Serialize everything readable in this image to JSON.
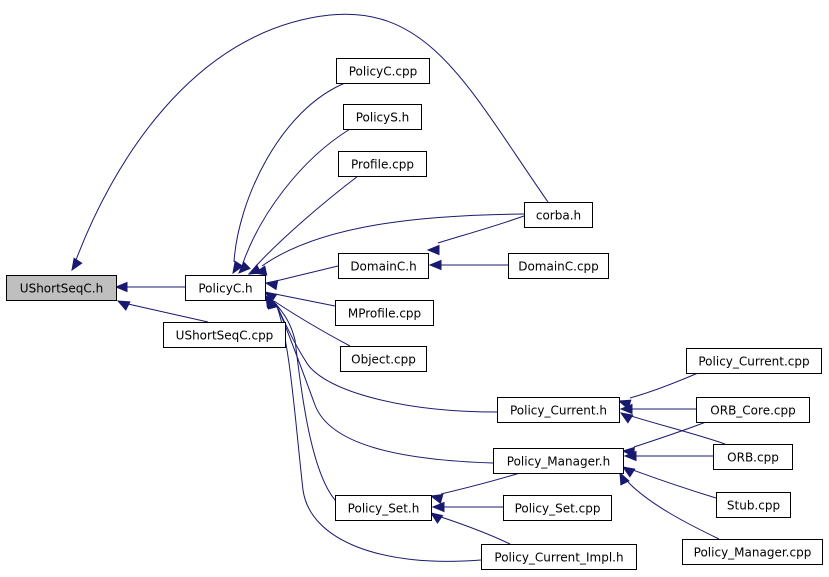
{
  "graph": {
    "colors": {
      "edge": "#191970",
      "node_border": "#000000",
      "node_fill": "#ffffff",
      "highlight_fill": "#bfbfbf"
    },
    "nodes": [
      {
        "id": "ushortseqc_h",
        "label": "UShortSeqC.h",
        "highlight": true
      },
      {
        "id": "policyc_h",
        "label": "PolicyC.h"
      },
      {
        "id": "ushortseqc_cpp",
        "label": "UShortSeqC.cpp"
      },
      {
        "id": "policyc_cpp",
        "label": "PolicyC.cpp"
      },
      {
        "id": "policys_h",
        "label": "PolicyS.h"
      },
      {
        "id": "profile_cpp",
        "label": "Profile.cpp"
      },
      {
        "id": "corba_h",
        "label": "corba.h"
      },
      {
        "id": "domainc_h",
        "label": "DomainC.h"
      },
      {
        "id": "domainc_cpp",
        "label": "DomainC.cpp"
      },
      {
        "id": "mprofile_cpp",
        "label": "MProfile.cpp"
      },
      {
        "id": "object_cpp",
        "label": "Object.cpp"
      },
      {
        "id": "policy_current_cpp",
        "label": "Policy_Current.cpp"
      },
      {
        "id": "policy_current_h",
        "label": "Policy_Current.h"
      },
      {
        "id": "orb_core_cpp",
        "label": "ORB_Core.cpp"
      },
      {
        "id": "policy_manager_h",
        "label": "Policy_Manager.h"
      },
      {
        "id": "orb_cpp",
        "label": "ORB.cpp"
      },
      {
        "id": "stub_cpp",
        "label": "Stub.cpp"
      },
      {
        "id": "policy_set_h",
        "label": "Policy_Set.h"
      },
      {
        "id": "policy_set_cpp",
        "label": "Policy_Set.cpp"
      },
      {
        "id": "policy_manager_cpp",
        "label": "Policy_Manager.cpp"
      },
      {
        "id": "policy_current_impl_h",
        "label": "Policy_Current_Impl.h"
      }
    ],
    "edges": [
      {
        "from": "policyc_h",
        "to": "ushortseqc_h"
      },
      {
        "from": "ushortseqc_cpp",
        "to": "ushortseqc_h"
      },
      {
        "from": "corba_h",
        "to": "ushortseqc_h"
      },
      {
        "from": "policyc_cpp",
        "to": "policyc_h"
      },
      {
        "from": "policys_h",
        "to": "policyc_h"
      },
      {
        "from": "profile_cpp",
        "to": "policyc_h"
      },
      {
        "from": "corba_h",
        "to": "policyc_h"
      },
      {
        "from": "domainc_h",
        "to": "policyc_h"
      },
      {
        "from": "mprofile_cpp",
        "to": "policyc_h"
      },
      {
        "from": "object_cpp",
        "to": "policyc_h"
      },
      {
        "from": "policy_current_h",
        "to": "policyc_h"
      },
      {
        "from": "policy_manager_h",
        "to": "policyc_h"
      },
      {
        "from": "policy_set_h",
        "to": "policyc_h"
      },
      {
        "from": "policy_current_impl_h",
        "to": "policyc_h"
      },
      {
        "from": "corba_h",
        "to": "domainc_h"
      },
      {
        "from": "domainc_cpp",
        "to": "domainc_h"
      },
      {
        "from": "policy_current_cpp",
        "to": "policy_current_h"
      },
      {
        "from": "orb_core_cpp",
        "to": "policy_current_h"
      },
      {
        "from": "orb_cpp",
        "to": "policy_current_h"
      },
      {
        "from": "orb_core_cpp",
        "to": "policy_manager_h"
      },
      {
        "from": "orb_cpp",
        "to": "policy_manager_h"
      },
      {
        "from": "stub_cpp",
        "to": "policy_manager_h"
      },
      {
        "from": "policy_manager_cpp",
        "to": "policy_manager_h"
      },
      {
        "from": "policy_manager_h",
        "to": "policy_set_h"
      },
      {
        "from": "policy_set_cpp",
        "to": "policy_set_h"
      },
      {
        "from": "policy_current_impl_h",
        "to": "policy_set_h"
      }
    ]
  }
}
